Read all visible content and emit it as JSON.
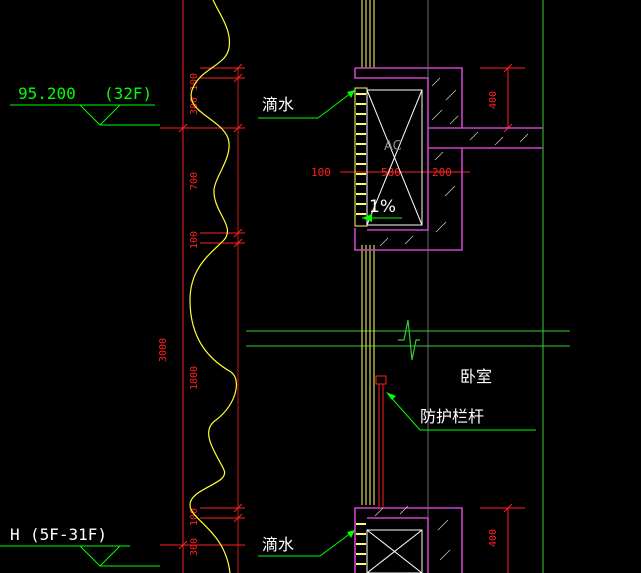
{
  "colors": {
    "background": "#000000",
    "dimension": "#ff2020",
    "annotation": "#00ff00",
    "text_white": "#ffffff",
    "wall": "#cc44cc",
    "window": "#ffff66",
    "gridline": "#33cc33",
    "hatch": "#d0d0d0",
    "grey": "#8a8a8a"
  },
  "levels": {
    "top": {
      "elevation": "95.200",
      "floor": "(32F)"
    },
    "bottom": {
      "elevation": "H",
      "floor": "(5F-31F)"
    }
  },
  "dimensions": {
    "vertical_left": [
      "100",
      "300",
      "700",
      "100",
      "1800",
      "100",
      "300"
    ],
    "total_height": "3000",
    "right_top": "400",
    "right_bottom": "400",
    "horizontal": [
      "100",
      "580",
      "200"
    ]
  },
  "labels": {
    "drip_top": "滴水",
    "drip_bottom": "滴水",
    "ac_unit": "AC",
    "slope": "1%",
    "bedroom": "卧室",
    "guard_rail": "防护栏杆"
  }
}
